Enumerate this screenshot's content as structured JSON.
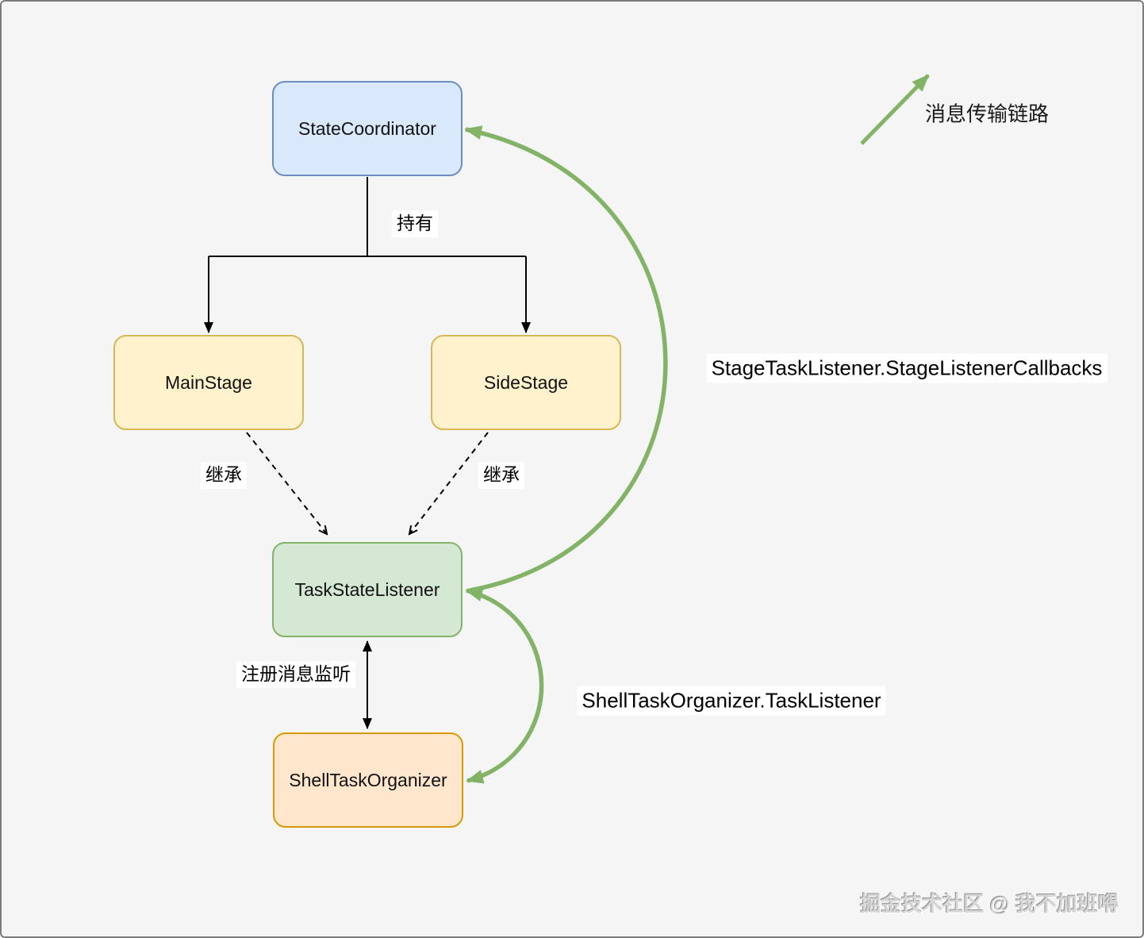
{
  "diagram": {
    "nodes": {
      "state_coordinator": {
        "label": "StateCoordinator",
        "fill": "#dae8fc",
        "stroke": "#6c8ebf"
      },
      "main_stage": {
        "label": "MainStage",
        "fill": "#fff2cc",
        "stroke": "#d6b656"
      },
      "side_stage": {
        "label": "SideStage",
        "fill": "#fff2cc",
        "stroke": "#d6b656"
      },
      "task_state_listener": {
        "label": "TaskStateListener",
        "fill": "#d5e8d4",
        "stroke": "#82b366"
      },
      "shell_task_organizer": {
        "label": "ShellTaskOrganizer",
        "fill": "#ffe6cc",
        "stroke": "#d79b00"
      }
    },
    "edge_labels": {
      "holds": "持有",
      "inherit_left": "继承",
      "inherit_right": "继承",
      "register_listener": "注册消息监听",
      "stage_listener_callbacks": "StageTaskListener.StageListenerCallbacks",
      "shell_task_listener": "ShellTaskOrganizer.TaskListener"
    },
    "legend": {
      "label": "消息传输链路"
    },
    "colors": {
      "message_arrow": "#82b366",
      "structure_arrow": "#000000",
      "background": "#f5f5f5"
    }
  },
  "watermark": {
    "text": "掘金技术社区 @ 我不加班嘚"
  }
}
